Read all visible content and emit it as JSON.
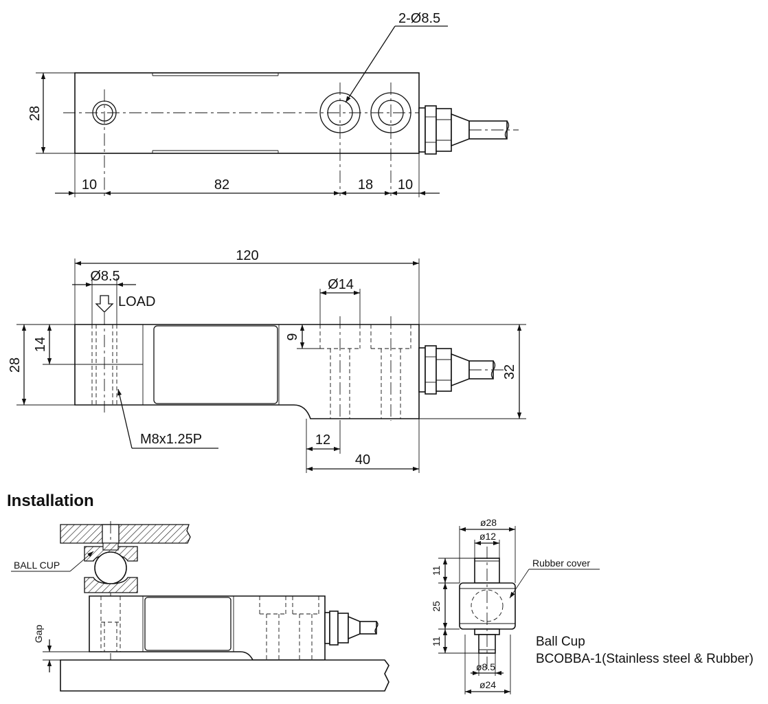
{
  "top_view": {
    "callout_holes": "2-Ø8.5",
    "dim_height": "28",
    "dim_left_edge": "10",
    "dim_hole_span": "82",
    "dim_hole_pitch": "18",
    "dim_right_edge": "10"
  },
  "side_view": {
    "dim_length": "120",
    "dim_load_hole": "Ø8.5",
    "load_label": "LOAD",
    "dim_counterbore": "Ø14",
    "dim_height": "28",
    "dim_half_height": "14",
    "dim_counterbore_depth": "9",
    "dim_total_height": "32",
    "thread_callout": "M8x1.25P",
    "dim_step": "12",
    "dim_mount_length": "40"
  },
  "installation": {
    "heading": "Installation",
    "ball_cup_label": "BALL CUP",
    "gap_label": "Gap"
  },
  "ball_cup_detail": {
    "dim_outer_top": "ø28",
    "dim_stud_top": "ø12",
    "dim_top_stud_len": "11",
    "dim_body_height": "25",
    "dim_bottom_stud_len": "11",
    "dim_hole": "ø8.5",
    "dim_base": "ø24",
    "rubber_label": "Rubber cover",
    "caption_title": "Ball Cup",
    "caption_model": "BCOBBA-1(Stainless steel & Rubber)"
  }
}
